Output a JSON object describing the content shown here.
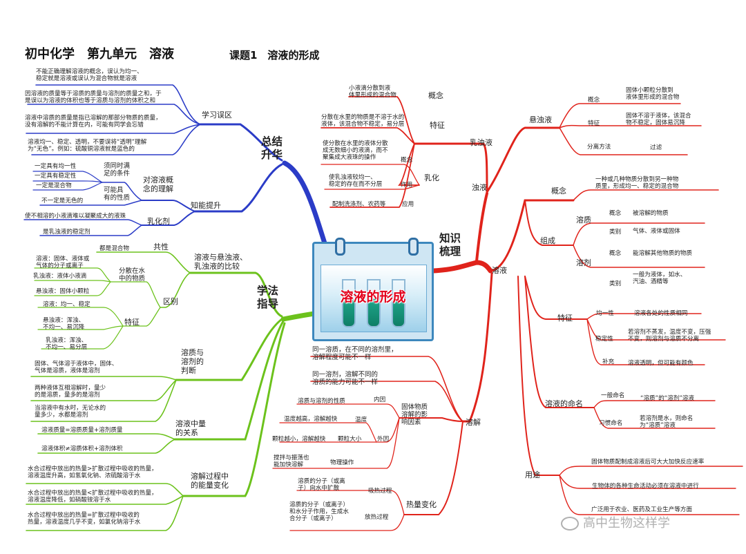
{
  "header": {
    "title": "初中化学　第九单元　溶液",
    "lesson": "课题1　溶液的形成"
  },
  "center": {
    "title": "溶液的形成"
  },
  "watermark": {
    "text": "高中生物这样学",
    "icon": "wechat-icon"
  },
  "colors": {
    "summary": "#2b3cc7",
    "knowledge": "#e0231b",
    "method": "#6cc21c"
  },
  "summary": {
    "label": "总结\n升华",
    "pitfalls": {
      "label": "学习误区",
      "items": [
        "不能正确理解溶液的概念，误认为均一、\n稳定就是溶液或误认为混合物就是溶液",
        "因溶液的质量等于溶质的质量与溶剂的质量之和，于\n是误以为溶液的体积也等于溶质与溶剂的体积之和",
        "溶液中溶质的质量是指已溶解的那部分物质的质量，\n没有溶解的不能计算在内，可能有同学会忘错",
        "溶液均一、稳定、透明，不要误将“透明”理解\n为“无色”。例如：硫酸铜溶液就是蓝色的"
      ]
    },
    "improve": {
      "label": "知能提升",
      "concept": {
        "label": "对溶液概\n念的理解",
        "must_label": "须同时满\n足的条件",
        "must_items": [
          "一定具有均一性",
          "一定具有稳定性",
          "一定是混合物"
        ],
        "maybe_label": "可能具\n有的性质",
        "maybe_items": [
          "不一定是无色的"
        ]
      },
      "emulsify": {
        "label": "乳化剂",
        "items": [
          "使不相溶的小液滴难以凝聚成大的液珠",
          "是乳浊液的稳定剂"
        ]
      }
    }
  },
  "knowledge": {
    "label": "知识\n梳理",
    "turbid": {
      "label": "浊液",
      "emulsion": {
        "label": "乳浊液",
        "concept_label": "概念",
        "concept_text": "小液滴分散到液\n体里形成的混合物",
        "feature_label": "特征",
        "feature_text": "分散在水里的物质是不溶于水的\n液体，该混合物不稳定，易分层",
        "emulsify_label": "乳化",
        "emulsify_concept_label": "概念",
        "emulsify_concept_text": "使分散在水里的液体分散\n成无数细小的液滴，而不\n聚集成大液珠的操作",
        "effect_label": "作用",
        "effect_text": "使乳浊液较均一、\n稳定的存在而不分层",
        "app_label": "应用",
        "app_text": "配制洗涤剂、农药等"
      },
      "suspension": {
        "label": "悬浊液",
        "concept_label": "概念",
        "concept_text": "固体小颗粒分散到\n液体里形成的混合物",
        "feature_label": "特征",
        "feature_text": "固体不溶于液体，该混合\n物不稳定，固体易沉降",
        "method_label": "分离方法",
        "method_text": "过滤"
      }
    },
    "solution": {
      "label": "溶液",
      "concept_label": "概念",
      "concept_text": "一种或几种物质分散到另一种物\n质里，形成均一、稳定的混合物",
      "composition": {
        "label": "组成",
        "solute_label": "溶质",
        "solute_concept_label": "概念",
        "solute_concept_text": "被溶解的物质",
        "solute_kind_label": "类别",
        "solute_kind_text": "气体、液体或固体",
        "solvent_label": "溶剂",
        "solvent_concept_label": "概念",
        "solvent_concept_text": "能溶解其他物质的物质",
        "solvent_kind_label": "类别",
        "solvent_kind_text": "一般为液体，如水、\n汽油、酒精等"
      },
      "features": {
        "label": "特征",
        "uniform_label": "均一性",
        "uniform_text": "溶液各处的性质相同",
        "stable_label": "稳定性",
        "stable_text": "若溶剂不蒸发，温度不变，压强\n不变，则溶剂与溶质不分离",
        "supplement_label": "补充",
        "supplement_text": "溶液透明，但可能有颜色"
      },
      "naming": {
        "label": "溶液的命名",
        "general_label": "一般命名",
        "general_text": "“溶质”的“溶剂”溶液",
        "custom_label": "习惯命名",
        "custom_text": "若溶剂是水，则命名\n为“溶质”溶液"
      },
      "uses": {
        "label": "用途",
        "items": [
          "固体物质配制成溶液后可大大加快反应速率",
          "生物体的各种生命活动必须在溶液中进行",
          "广泛用于农业、医药及工业生产等方面"
        ]
      }
    },
    "dissolve": {
      "label": "溶解",
      "notes": [
        "同一溶质，在不同的溶剂里，\n溶解程度可能不一样",
        "同一溶剂，溶解不同的\n溶质的能力可能不一样"
      ],
      "factors": {
        "label": "固体物质\n溶解的影\n响因素",
        "internal_label": "内因",
        "internal_text": "溶质与溶剂的性质",
        "external_label": "外因",
        "temp_label": "温度",
        "temp_text": "温度越高，溶解越快",
        "size_label": "颗粒大小",
        "size_text": "颗粒越小，溶解越快",
        "op_label": "物理操作",
        "op_text": "搅拌与振荡也\n能加快溶解"
      },
      "heat": {
        "label": "热量变化",
        "absorb_label": "吸热过程",
        "absorb_text": "溶质的分子（或离\n子）向水中扩散",
        "release_label": "放热过程",
        "release_text": "溶质的分子（或离子）\n和水分子作用，生成水\n合分子（或离子）"
      }
    }
  },
  "method": {
    "label": "学法\n指导",
    "compare": {
      "label": "溶液与悬浊液、\n乳浊液的比较",
      "common_label": "共性",
      "common_text": "都是混合物",
      "diff_label": "区别",
      "dispersed_label": "分散在水\n中的物质",
      "dispersed_items": [
        "溶液：固体、液体或\n气体的分子或离子",
        "乳浊液：液体小液滴",
        "悬浊液：固体小颗粒"
      ],
      "feature_label": "特征",
      "feature_items": [
        "溶液：均一、稳定",
        "悬浊液：浑浊、\n不均一、易沉降",
        "乳浊液：浑浊、\n不均一、易分层"
      ]
    },
    "judge": {
      "label": "溶质与\n溶剂的\n判断",
      "items": [
        "固体、气体溶于液体中，固体、\n气体是溶质，液体是溶剂",
        "两种液体互相溶解时，量少\n的是溶质，量多的是溶剂",
        "当溶液中有水时，无论水的\n量多少，水都是溶剂"
      ]
    },
    "amount": {
      "label": "溶液中量\n的关系",
      "items": [
        "溶液质量=溶质质量+溶剂质量",
        "溶液体积≠溶质体积+溶剂体积"
      ]
    },
    "energy": {
      "label": "溶解过程中\n的能量变化",
      "items": [
        "水合过程中放出的热量>扩散过程中吸收的热量，\n溶液温度升高，如氢氧化钠、浓硫酸溶于水",
        "水合过程中放出的热量<扩散过程中吸收的热量，\n溶液温度降低，如硝酸铵溶于水",
        "水合过程中放出的热量=扩散过程中吸收的\n热量，溶液温度几乎不变，如氯化钠溶于水"
      ]
    }
  }
}
